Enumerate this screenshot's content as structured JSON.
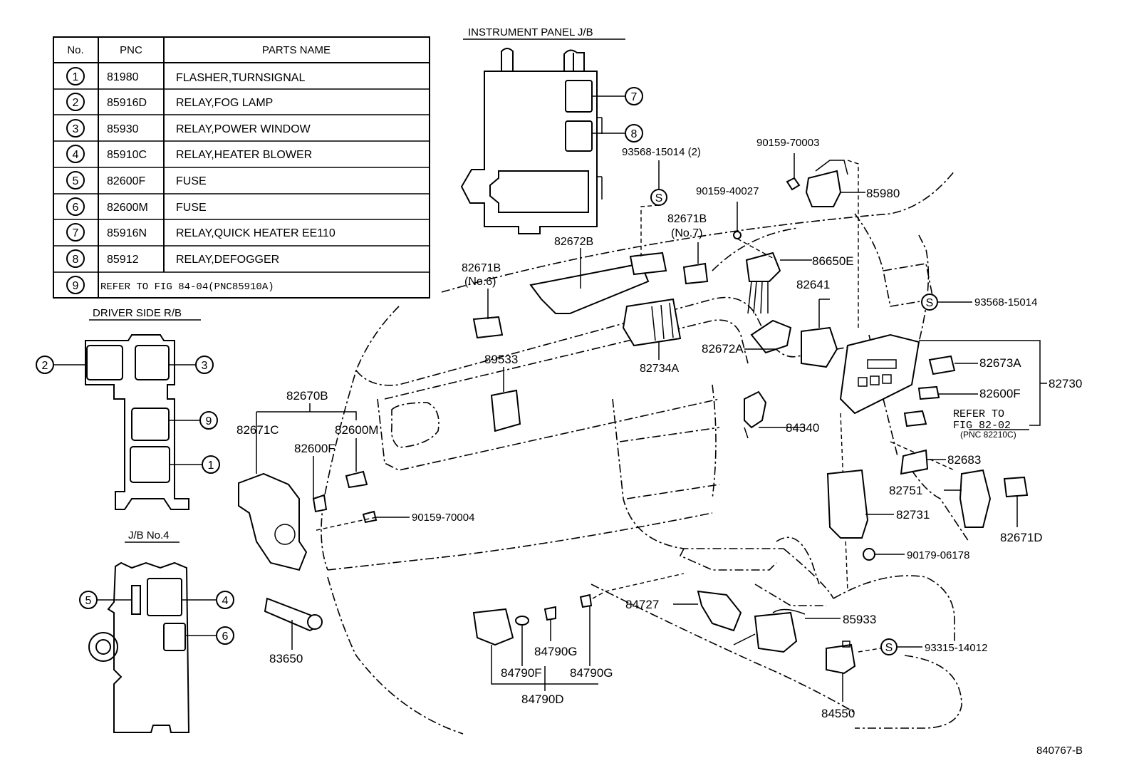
{
  "table": {
    "headers": {
      "no": "No.",
      "pnc": "PNC",
      "name": "PARTS NAME"
    },
    "rows": [
      {
        "no": "1",
        "pnc": "81980",
        "name": "FLASHER,TURNSIGNAL"
      },
      {
        "no": "2",
        "pnc": "85916D",
        "name": "RELAY,FOG LAMP"
      },
      {
        "no": "3",
        "pnc": "85930",
        "name": "RELAY,POWER WINDOW"
      },
      {
        "no": "4",
        "pnc": "85910C",
        "name": "RELAY,HEATER BLOWER"
      },
      {
        "no": "5",
        "pnc": "82600F",
        "name": "FUSE"
      },
      {
        "no": "6",
        "pnc": "82600M",
        "name": "FUSE"
      },
      {
        "no": "7",
        "pnc": "85916N",
        "name": "RELAY,QUICK HEATER EE110"
      },
      {
        "no": "8",
        "pnc": "85912",
        "name": "RELAY,DEFOGGER"
      },
      {
        "no": "9",
        "pnc": "",
        "name": "REFER TO FIG 84-04(PNC85910A)"
      }
    ]
  },
  "titles": {
    "instrument_panel_jb": "INSTRUMENT PANEL J/B",
    "driver_side_rb": "DRIVER SIDE R/B",
    "jb_no4": "J/B No.4"
  },
  "callouts": {
    "ip_7": "7",
    "ip_8": "8",
    "rb_2": "2",
    "rb_3": "3",
    "rb_9": "9",
    "rb_1": "1",
    "jb_5": "5",
    "jb_4": "4",
    "jb_6": "6",
    "s_mark": "S"
  },
  "labels": {
    "l93568_15014_2": "93568-15014 (2)",
    "l90159_70003": "90159-70003",
    "l90159_40027": "90159-40027",
    "l85980": "85980",
    "l82671B_7_pnc": "82671B",
    "l82671B_7_no": "(No.7)",
    "l86650E": "86650E",
    "l82672B": "82672B",
    "l82671B_6_pnc": "82671B",
    "l82671B_6_no": "(No.6)",
    "l82641": "82641",
    "l93568_15014": "93568-15014",
    "l82672A": "82672A",
    "l82734A": "82734A",
    "l89533": "89533",
    "l82673A": "82673A",
    "l82730": "82730",
    "l82600F_r": "82600F",
    "l_refer_to": "REFER TO",
    "l_fig_82_02": "FIG 82-02",
    "l_pnc_82210c": "(PNC 82210C)",
    "l82670B": "82670B",
    "l82671C": "82671C",
    "l82600M": "82600M",
    "l82600F_l": "82600F",
    "l84340": "84340",
    "l82683": "82683",
    "l82751": "82751",
    "l82731": "82731",
    "l82671D": "82671D",
    "l90159_70004": "90159-70004",
    "l90179_06178": "90179-06178",
    "l84727": "84727",
    "l85933": "85933",
    "l93315_14012": "93315-14012",
    "l83650": "83650",
    "l84790G_a": "84790G",
    "l84790F": "84790F",
    "l84790G_b": "84790G",
    "l84790D": "84790D",
    "l84550": "84550",
    "l840767B": "840767-B"
  }
}
